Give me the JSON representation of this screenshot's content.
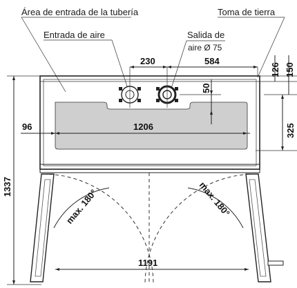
{
  "labels": {
    "pipe_entry_area": "Área de entrada de la tubería",
    "ground": "Toma de tierra",
    "air_inlet": "Entrada de aire",
    "air_outlet_line1": "Salida de",
    "air_outlet_line2": "aire Ø 75"
  },
  "dimensions": {
    "d230": "230",
    "d584": "584",
    "d126": "126",
    "d150": "150",
    "d50": "50",
    "d325": "325",
    "d96": "96",
    "d1206": "1206",
    "d1337": "1337",
    "d1191": "1191",
    "max180_left": "max. 180°",
    "max180_right": "max. 180°"
  }
}
